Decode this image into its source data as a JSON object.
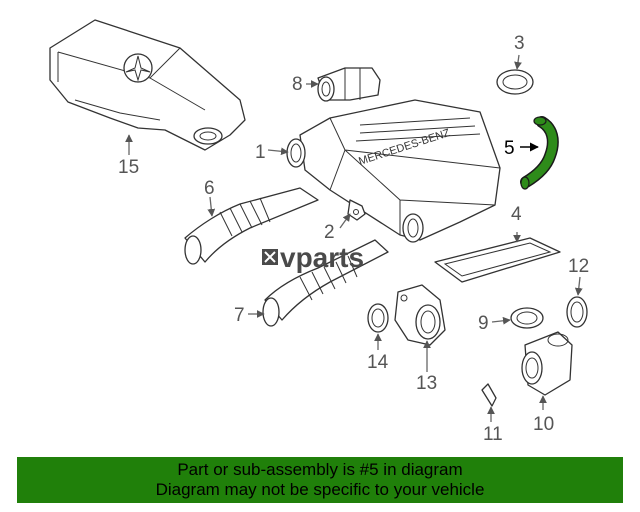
{
  "callouts": [
    {
      "num": "1",
      "highlighted": false
    },
    {
      "num": "2",
      "highlighted": false
    },
    {
      "num": "3",
      "highlighted": false
    },
    {
      "num": "4",
      "highlighted": false
    },
    {
      "num": "5",
      "highlighted": true
    },
    {
      "num": "6",
      "highlighted": false
    },
    {
      "num": "7",
      "highlighted": false
    },
    {
      "num": "8",
      "highlighted": false
    },
    {
      "num": "9",
      "highlighted": false
    },
    {
      "num": "10",
      "highlighted": false
    },
    {
      "num": "11",
      "highlighted": false
    },
    {
      "num": "12",
      "highlighted": false
    },
    {
      "num": "13",
      "highlighted": false
    },
    {
      "num": "14",
      "highlighted": false
    },
    {
      "num": "15",
      "highlighted": false
    }
  ],
  "housing_embossing": "MERCEDES-BENZ",
  "watermark": {
    "text": "vparts"
  },
  "banner": {
    "line1": "Part or sub-assembly is #5 in diagram",
    "line2": "Diagram may not be specific to your vehicle"
  },
  "colors": {
    "highlight_part": "#2e8b1a",
    "banner_bg": "#20800a"
  }
}
